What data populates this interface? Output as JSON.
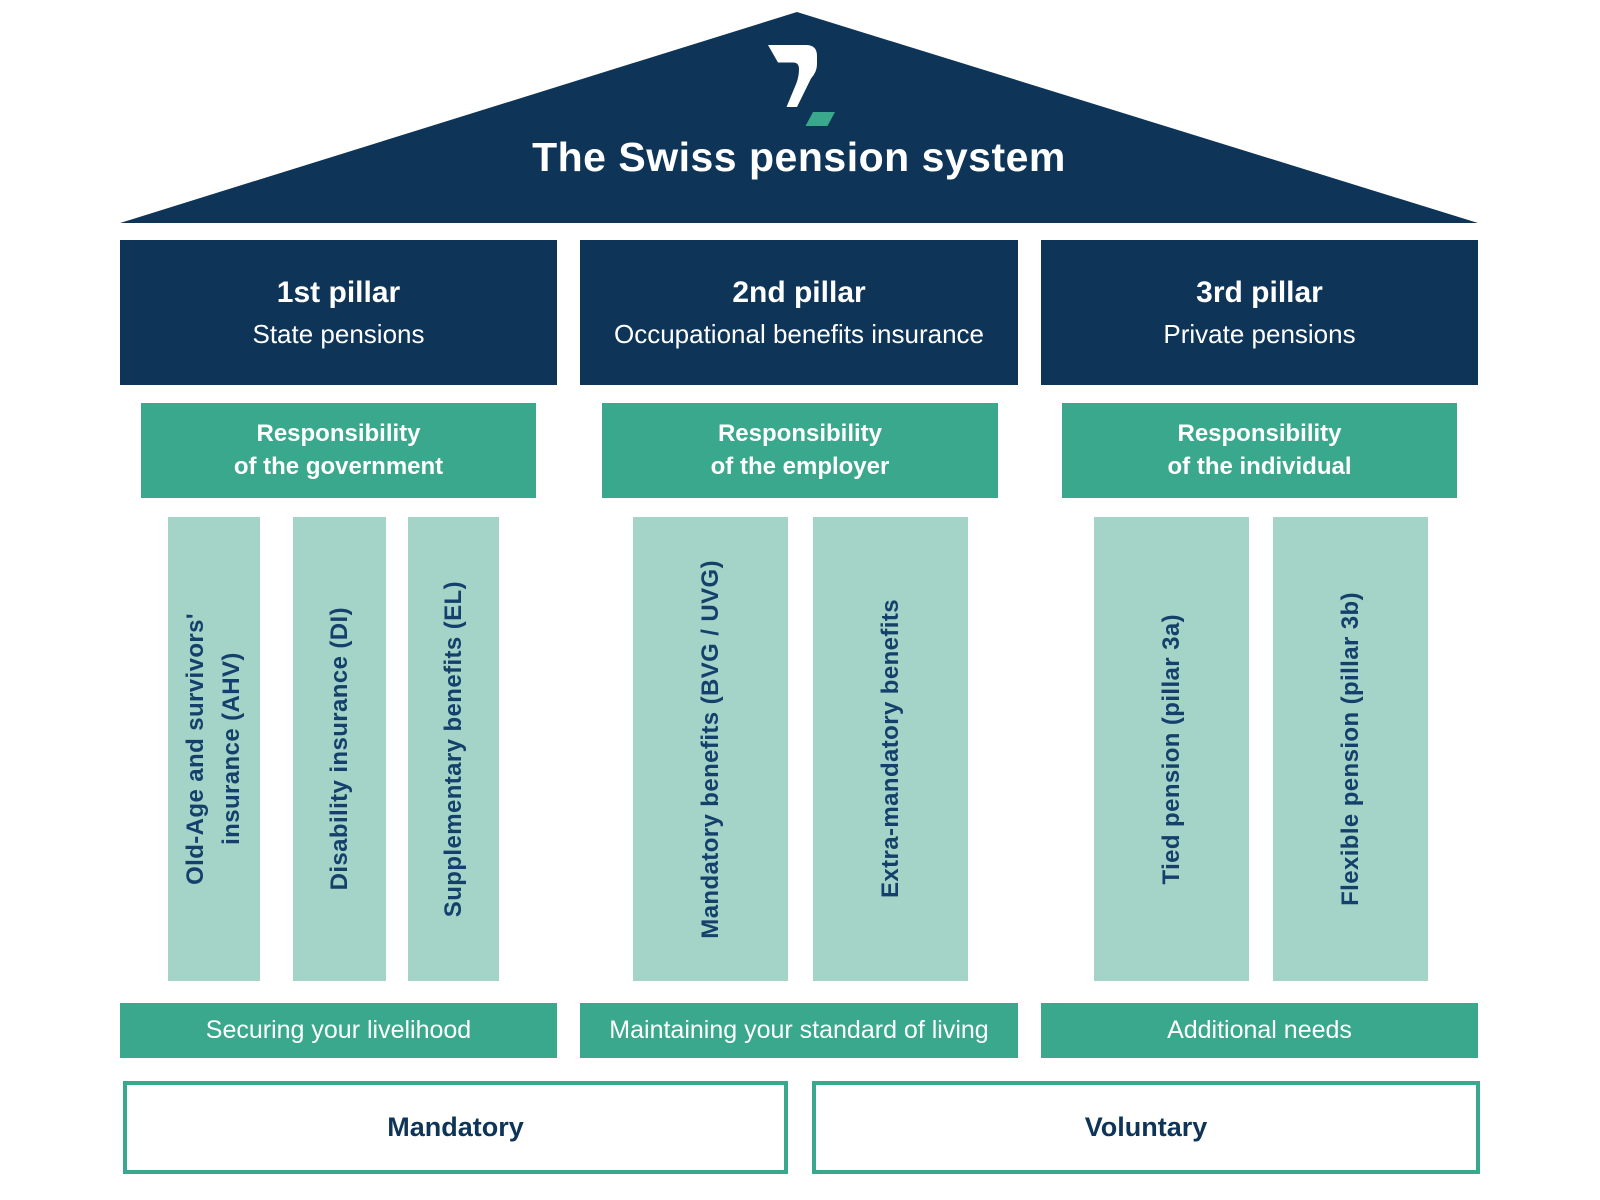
{
  "colors": {
    "navy": "#0e3457",
    "teal": "#3aa88d",
    "light_teal": "#a4d4c8",
    "column_text_navy": "#14406b",
    "white": "#ffffff"
  },
  "roof": {
    "title": "The Swiss pension system",
    "logo_icon": "r-brand-logo"
  },
  "pillars": [
    {
      "heading": "1st pillar",
      "subheading": "State pensions",
      "responsibility": "Responsibility\nof the government",
      "columns": [
        "Old-Age and survivors'\ninsurance (AHV)",
        "Disability insurance (DI)",
        "Supplementary benefits (EL)"
      ],
      "goal": "Securing your livelihood"
    },
    {
      "heading": "2nd pillar",
      "subheading": "Occupational benefits insurance",
      "responsibility": "Responsibility\nof the employer",
      "columns": [
        "Mandatory benefits (BVG / UVG)",
        "Extra-mandatory benefits"
      ],
      "goal": "Maintaining your standard of living"
    },
    {
      "heading": "3rd pillar",
      "subheading": "Private pensions",
      "responsibility": "Responsibility\nof the individual",
      "columns": [
        "Tied pension (pillar 3a)",
        "Flexible pension (pillar 3b)"
      ],
      "goal": "Additional needs"
    }
  ],
  "footer": {
    "mandatory": "Mandatory",
    "voluntary": "Voluntary"
  }
}
